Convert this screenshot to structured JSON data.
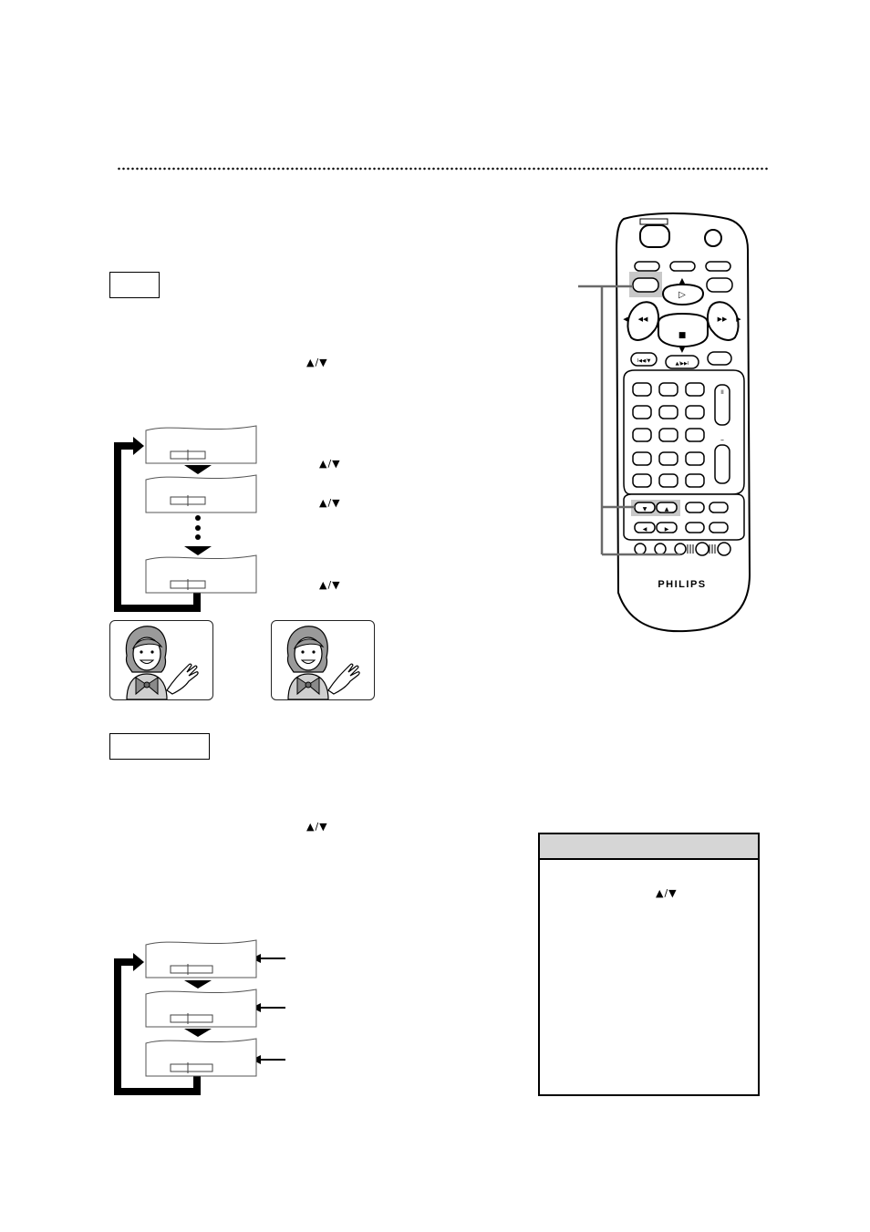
{
  "page": {
    "up_down_glyph": "▲/▼"
  },
  "remote": {
    "brand": "PHILIPS",
    "labels": {
      "up": "▲",
      "down": "▼",
      "left": "◀",
      "right": "▶",
      "rewind": "◀◀",
      "ffwd": "▶▶",
      "play": "▷",
      "stop": "■",
      "skip_back": "I◀◀/▼",
      "skip_fwd": "▲/▶▶I",
      "pause": "II",
      "minus": "–",
      "down_small": "▼",
      "up_small": "▲",
      "left_small": "◀",
      "right_small": "▶"
    }
  },
  "colors": {
    "highlight": "#c8c8c8",
    "callout_line": "#6a6a6a",
    "note_header": "#d6d6d6"
  },
  "icons": {
    "arrow": "down-triangle-arrow",
    "loop": "loop-back-arrow",
    "character": "waving-girl-illustration"
  }
}
